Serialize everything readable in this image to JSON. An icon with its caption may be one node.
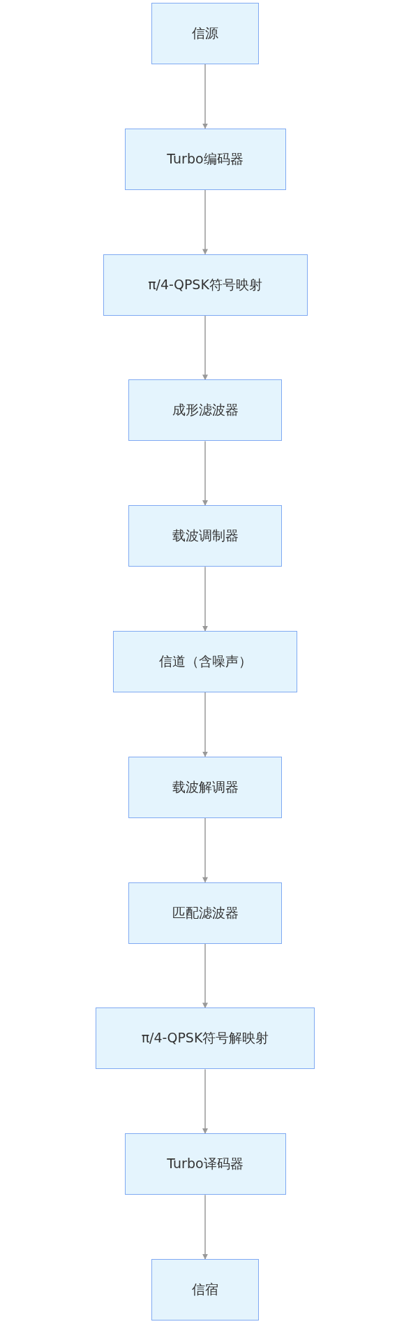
{
  "diagram": {
    "nodes": [
      {
        "text": [
          "信源"
        ]
      },
      {
        "text": [
          "Turbo编码器"
        ]
      },
      {
        "text": [
          "π/4-QPSK符号映射"
        ]
      },
      {
        "text": [
          "成形滤波器"
        ]
      },
      {
        "text": [
          "载波调制器"
        ]
      },
      {
        "text": [
          "信道（含噪声）"
        ]
      },
      {
        "text": [
          "载波解调器"
        ]
      },
      {
        "text": [
          "匹配滤波器"
        ]
      },
      {
        "text": [
          "π/4-QPSK符号解映射"
        ]
      },
      {
        "text": [
          "Turbo译码器"
        ]
      },
      {
        "text": [
          "信宿"
        ]
      }
    ],
    "edges": [
      {
        "from": 0,
        "to": 1,
        "arrow": "to"
      },
      {
        "from": 1,
        "to": 2,
        "arrow": "to"
      },
      {
        "from": 2,
        "to": 3,
        "arrow": "to"
      },
      {
        "from": 3,
        "to": 4,
        "arrow": "to"
      },
      {
        "from": 4,
        "to": 5,
        "arrow": "to"
      },
      {
        "from": 5,
        "to": 6,
        "arrow": "to"
      },
      {
        "from": 6,
        "to": 7,
        "arrow": "to"
      },
      {
        "from": 7,
        "to": 8,
        "arrow": "to"
      },
      {
        "from": 8,
        "to": 9,
        "arrow": "to"
      },
      {
        "from": 9,
        "to": 10,
        "arrow": "to"
      }
    ]
  }
}
